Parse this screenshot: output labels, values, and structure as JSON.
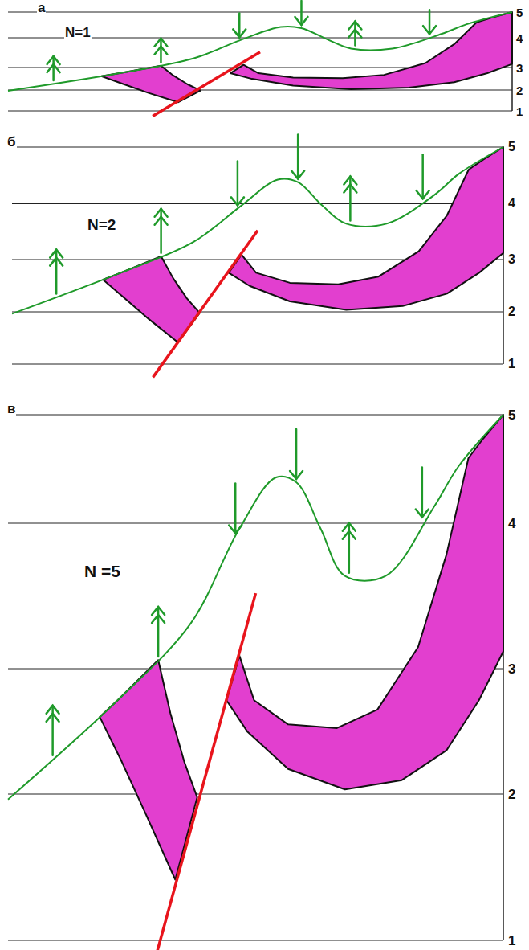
{
  "diagram": {
    "labels": [
      "а",
      "5",
      "4",
      "3",
      "2",
      "1",
      "N=1",
      "б",
      "5",
      "4",
      "3",
      "2",
      "1",
      "N=2",
      "в",
      "5",
      "4",
      "3",
      "2",
      "1",
      "N =5"
    ]
  }
}
